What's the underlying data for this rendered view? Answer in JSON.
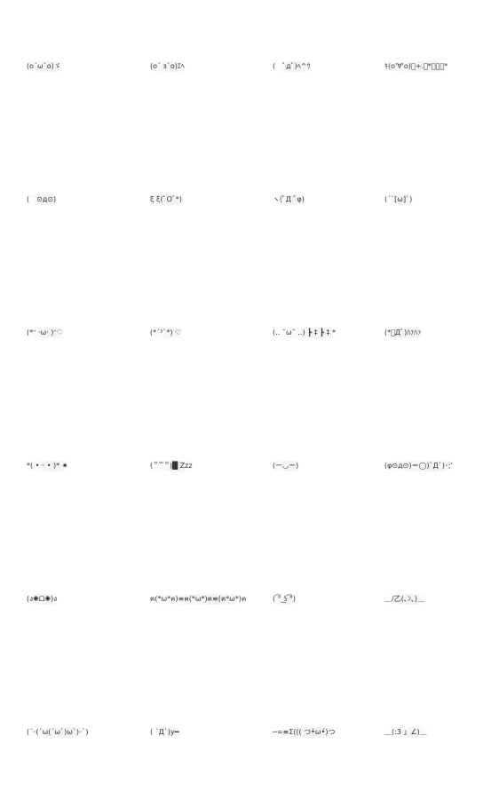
{
  "kaomoji_grid": {
    "items": [
      {
        "text": "(o´ω`o)ゞ"
      },
      {
        "text": "(o´ з`o)ｴﾍ"
      },
      {
        "text": "(　ﾟдﾟ)ﾍ^ｳ"
      },
      {
        "text": "ｷ(o'∀'o)ﾟ+.ﾟ*･。ﾟ*"
      },
      {
        "text": "(　⊙д⊙)"
      },
      {
        "text": "ξ ξ(ﾟOﾟ*)"
      },
      {
        "text": "ヽ(ﾟД ﾟφ)"
      },
      {
        "text": "(´`[ω]`)"
      },
      {
        "text": "(*ᵔ ·ω· )ᵔ♡"
      },
      {
        "text": "(*´³`*) ♡"
      },
      {
        "text": "(‥ ˘ω˘ ‥) ┣ ‡ ┣ ‡ *"
      },
      {
        "text": "(*ﾟДﾟ)ﾊｧﾊｧ"
      },
      {
        "text": "*( • ᵕ • )* ✷"
      },
      {
        "text": "(꒪꒳꒪)█ Zzz"
      },
      {
        "text": "(ー◡ー)"
      },
      {
        "text": "(φ⊙д⊙)＝◯)`Д`)･;'"
      },
      {
        "text": "(ง✺ᗝ✺)ง"
      },
      {
        "text": "ฅ(*ω*ฅ)≡ฅ(*ω*)ฅ≡(ฅ*ω*)ฅ"
      },
      {
        "text": "( ͡° ͜ʖ ͡°)"
      },
      {
        "text": "＿/乙(､ﾝ､)＿"
      },
      {
        "text": "(ˊᵕ(ˊω(ˊω`)ω`)ᵕˋ)"
      },
      {
        "text": "( ´Д`)y━"
      },
      {
        "text": "─=≡Σ((( つ•̀ω•́)つ"
      },
      {
        "text": "＿(:3 」∠)＿"
      }
    ]
  }
}
